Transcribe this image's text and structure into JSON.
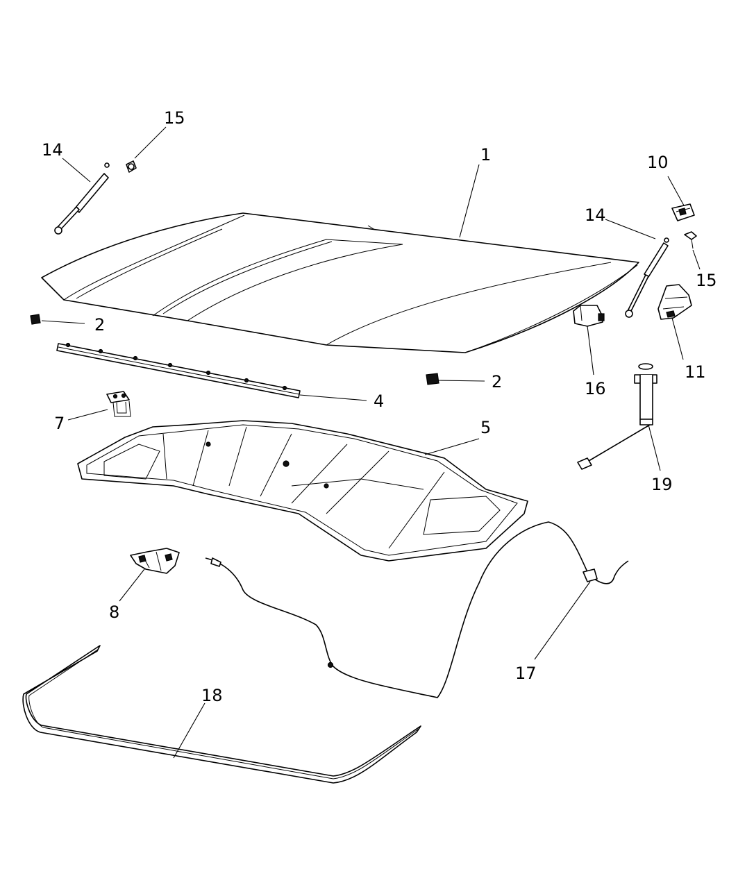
{
  "callouts": {
    "c1": "1",
    "c2a": "2",
    "c2b": "2",
    "c4": "4",
    "c5": "5",
    "c7": "7",
    "c8": "8",
    "c10": "10",
    "c11": "11",
    "c14a": "14",
    "c14b": "14",
    "c15a": "15",
    "c15b": "15",
    "c16": "16",
    "c17": "17",
    "c18": "18",
    "c19": "19"
  },
  "colors": {
    "line": "#000000",
    "background": "#ffffff"
  }
}
